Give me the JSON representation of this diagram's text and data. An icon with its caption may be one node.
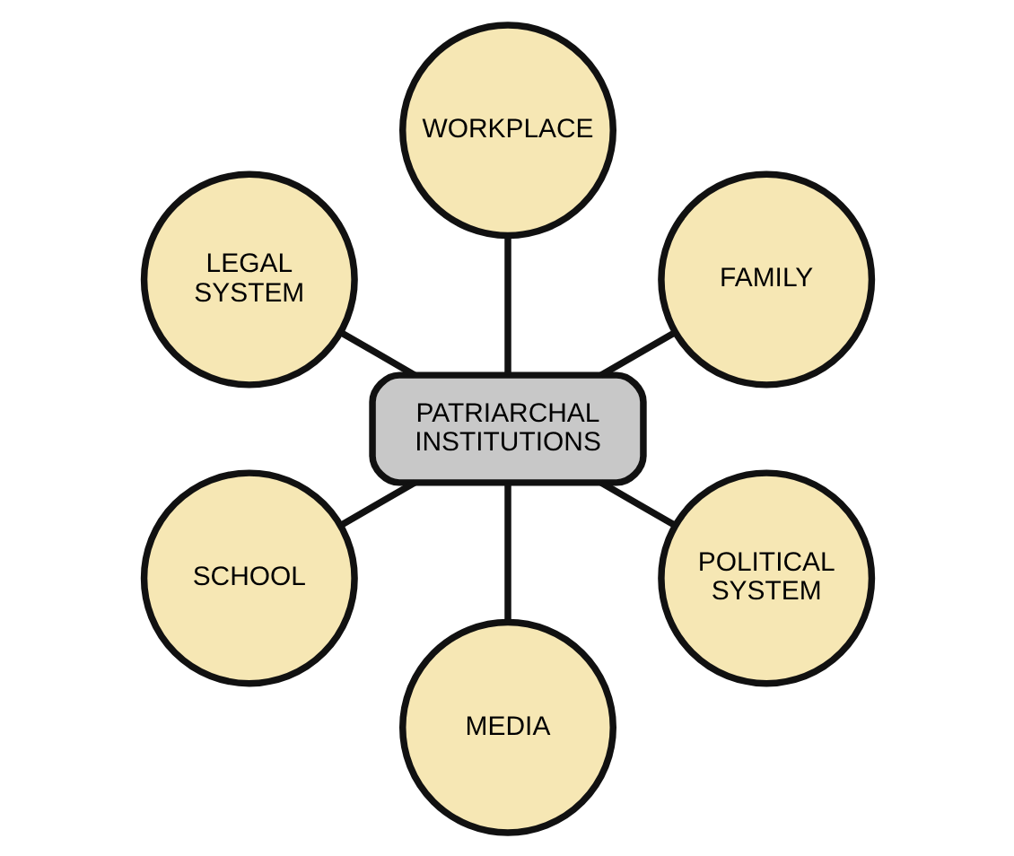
{
  "diagram": {
    "nodes": [
      {
        "text": [
          "PATRIARCHAL INSTITUTIONS"
        ]
      },
      {
        "text": [
          "FAMILY"
        ]
      },
      {
        "text": [
          "WORKPLACE"
        ]
      },
      {
        "text": [
          "LEGAL SYSTEM"
        ]
      },
      {
        "text": [
          "SCHOOL"
        ]
      },
      {
        "text": [
          "MEDIA"
        ]
      },
      {
        "text": [
          "POLITICAL SYSTEM"
        ]
      }
    ],
    "edges": [
      {
        "from": 0,
        "to": 1,
        "arrow": "none"
      },
      {
        "from": 0,
        "to": 2,
        "arrow": "none"
      },
      {
        "from": 0,
        "to": 3,
        "arrow": "none"
      },
      {
        "from": 0,
        "to": 4,
        "arrow": "none"
      },
      {
        "from": 0,
        "to": 5,
        "arrow": "none"
      },
      {
        "from": 0,
        "to": 6,
        "arrow": "none"
      }
    ]
  }
}
